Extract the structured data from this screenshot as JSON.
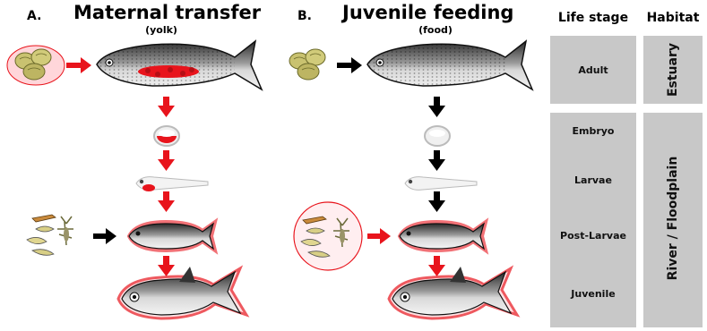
{
  "panel_a": {
    "letter": "A.",
    "title": "Maternal transfer",
    "subtitle": "(yolk)"
  },
  "panel_b": {
    "letter": "B.",
    "title": "Juvenile feeding",
    "subtitle": "(food)"
  },
  "table": {
    "life_stage_header": "Life stage",
    "habitat_header": "Habitat",
    "stages": [
      "Adult",
      "Embryo",
      "Larvae",
      "Post-Larvae",
      "Juvenile"
    ],
    "habitats": [
      "Estuary",
      "River / Floodplain"
    ]
  },
  "colors": {
    "highlight": "#e8141c",
    "arrow_black": "#000000",
    "box": "#c8c8c8"
  },
  "icons": [
    "clam-cluster-icon",
    "adult-fish-icon",
    "egg-icon",
    "larva-icon",
    "post-larva-fish-icon",
    "juvenile-fish-icon",
    "invertebrate-prey-icon",
    "arrow-icon"
  ]
}
